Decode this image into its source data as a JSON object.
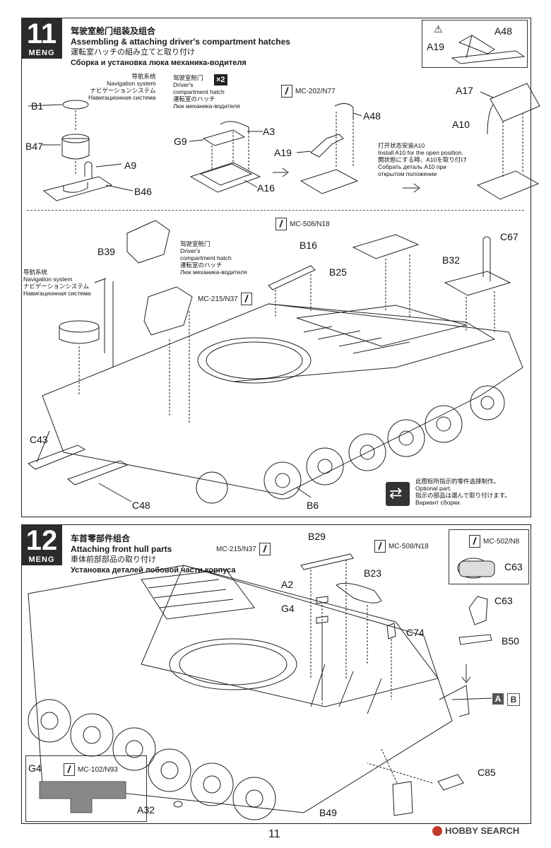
{
  "step11": {
    "number": "11",
    "brand": "MENG",
    "title_zh": "驾驶室舱门组装及组合",
    "title_en": "Assembling & attaching driver's compartment hatches",
    "title_jp": "運転室ハッチの組み立てと取り付け",
    "title_ru": "Сборка и установка люка механика-водителя",
    "nav_system": "导航系统\nNavigation system\nナビゲーションシステム\nНавигационная система",
    "driver_hatch": "驾驶室舱门\nDriver's\ncompartment hatch\n運転室のハッチ\nЛюк механика-водителя",
    "times": "×2",
    "open_note": "打开状态安装A10\nInstall A10 for the open position.\n開状態にする時、A10を取り付け\nСобрать деталь A10 при\nоткрытом положении",
    "paints": [
      "MC-202/N77",
      "MC-508/N18",
      "MC-215/N37"
    ],
    "parts_top": [
      "B1",
      "B47",
      "A9",
      "B46",
      "G9",
      "A3",
      "A16",
      "A48",
      "A19",
      "A17",
      "A10",
      "A48",
      "A19"
    ],
    "parts_main": [
      "B39",
      "B16",
      "C67",
      "B25",
      "B32",
      "C43",
      "C48",
      "B6"
    ],
    "optional_note": "此图标所指示的零件选择制作。\nOptional part.\n指示の部品は選んで取り付けます。\nВариант сборки."
  },
  "step12": {
    "number": "12",
    "brand": "MENG",
    "title_zh": "车首零部件组合",
    "title_en": "Attaching front hull parts",
    "title_jp": "車体前部部品の取り付け",
    "title_ru": "Установка деталей лобовой части корпуса",
    "paints": [
      "MC-215/N37",
      "MC-508/N18",
      "MC-502/N8",
      "MC-102/N93"
    ],
    "parts": [
      "B29",
      "A2",
      "G4",
      "B23",
      "C74",
      "C63",
      "C63",
      "B50",
      "A",
      "B",
      "C85",
      "G4",
      "A32",
      "B49"
    ]
  },
  "footer": {
    "page_number": "11",
    "watermark": "HOBBY SEARCH"
  }
}
